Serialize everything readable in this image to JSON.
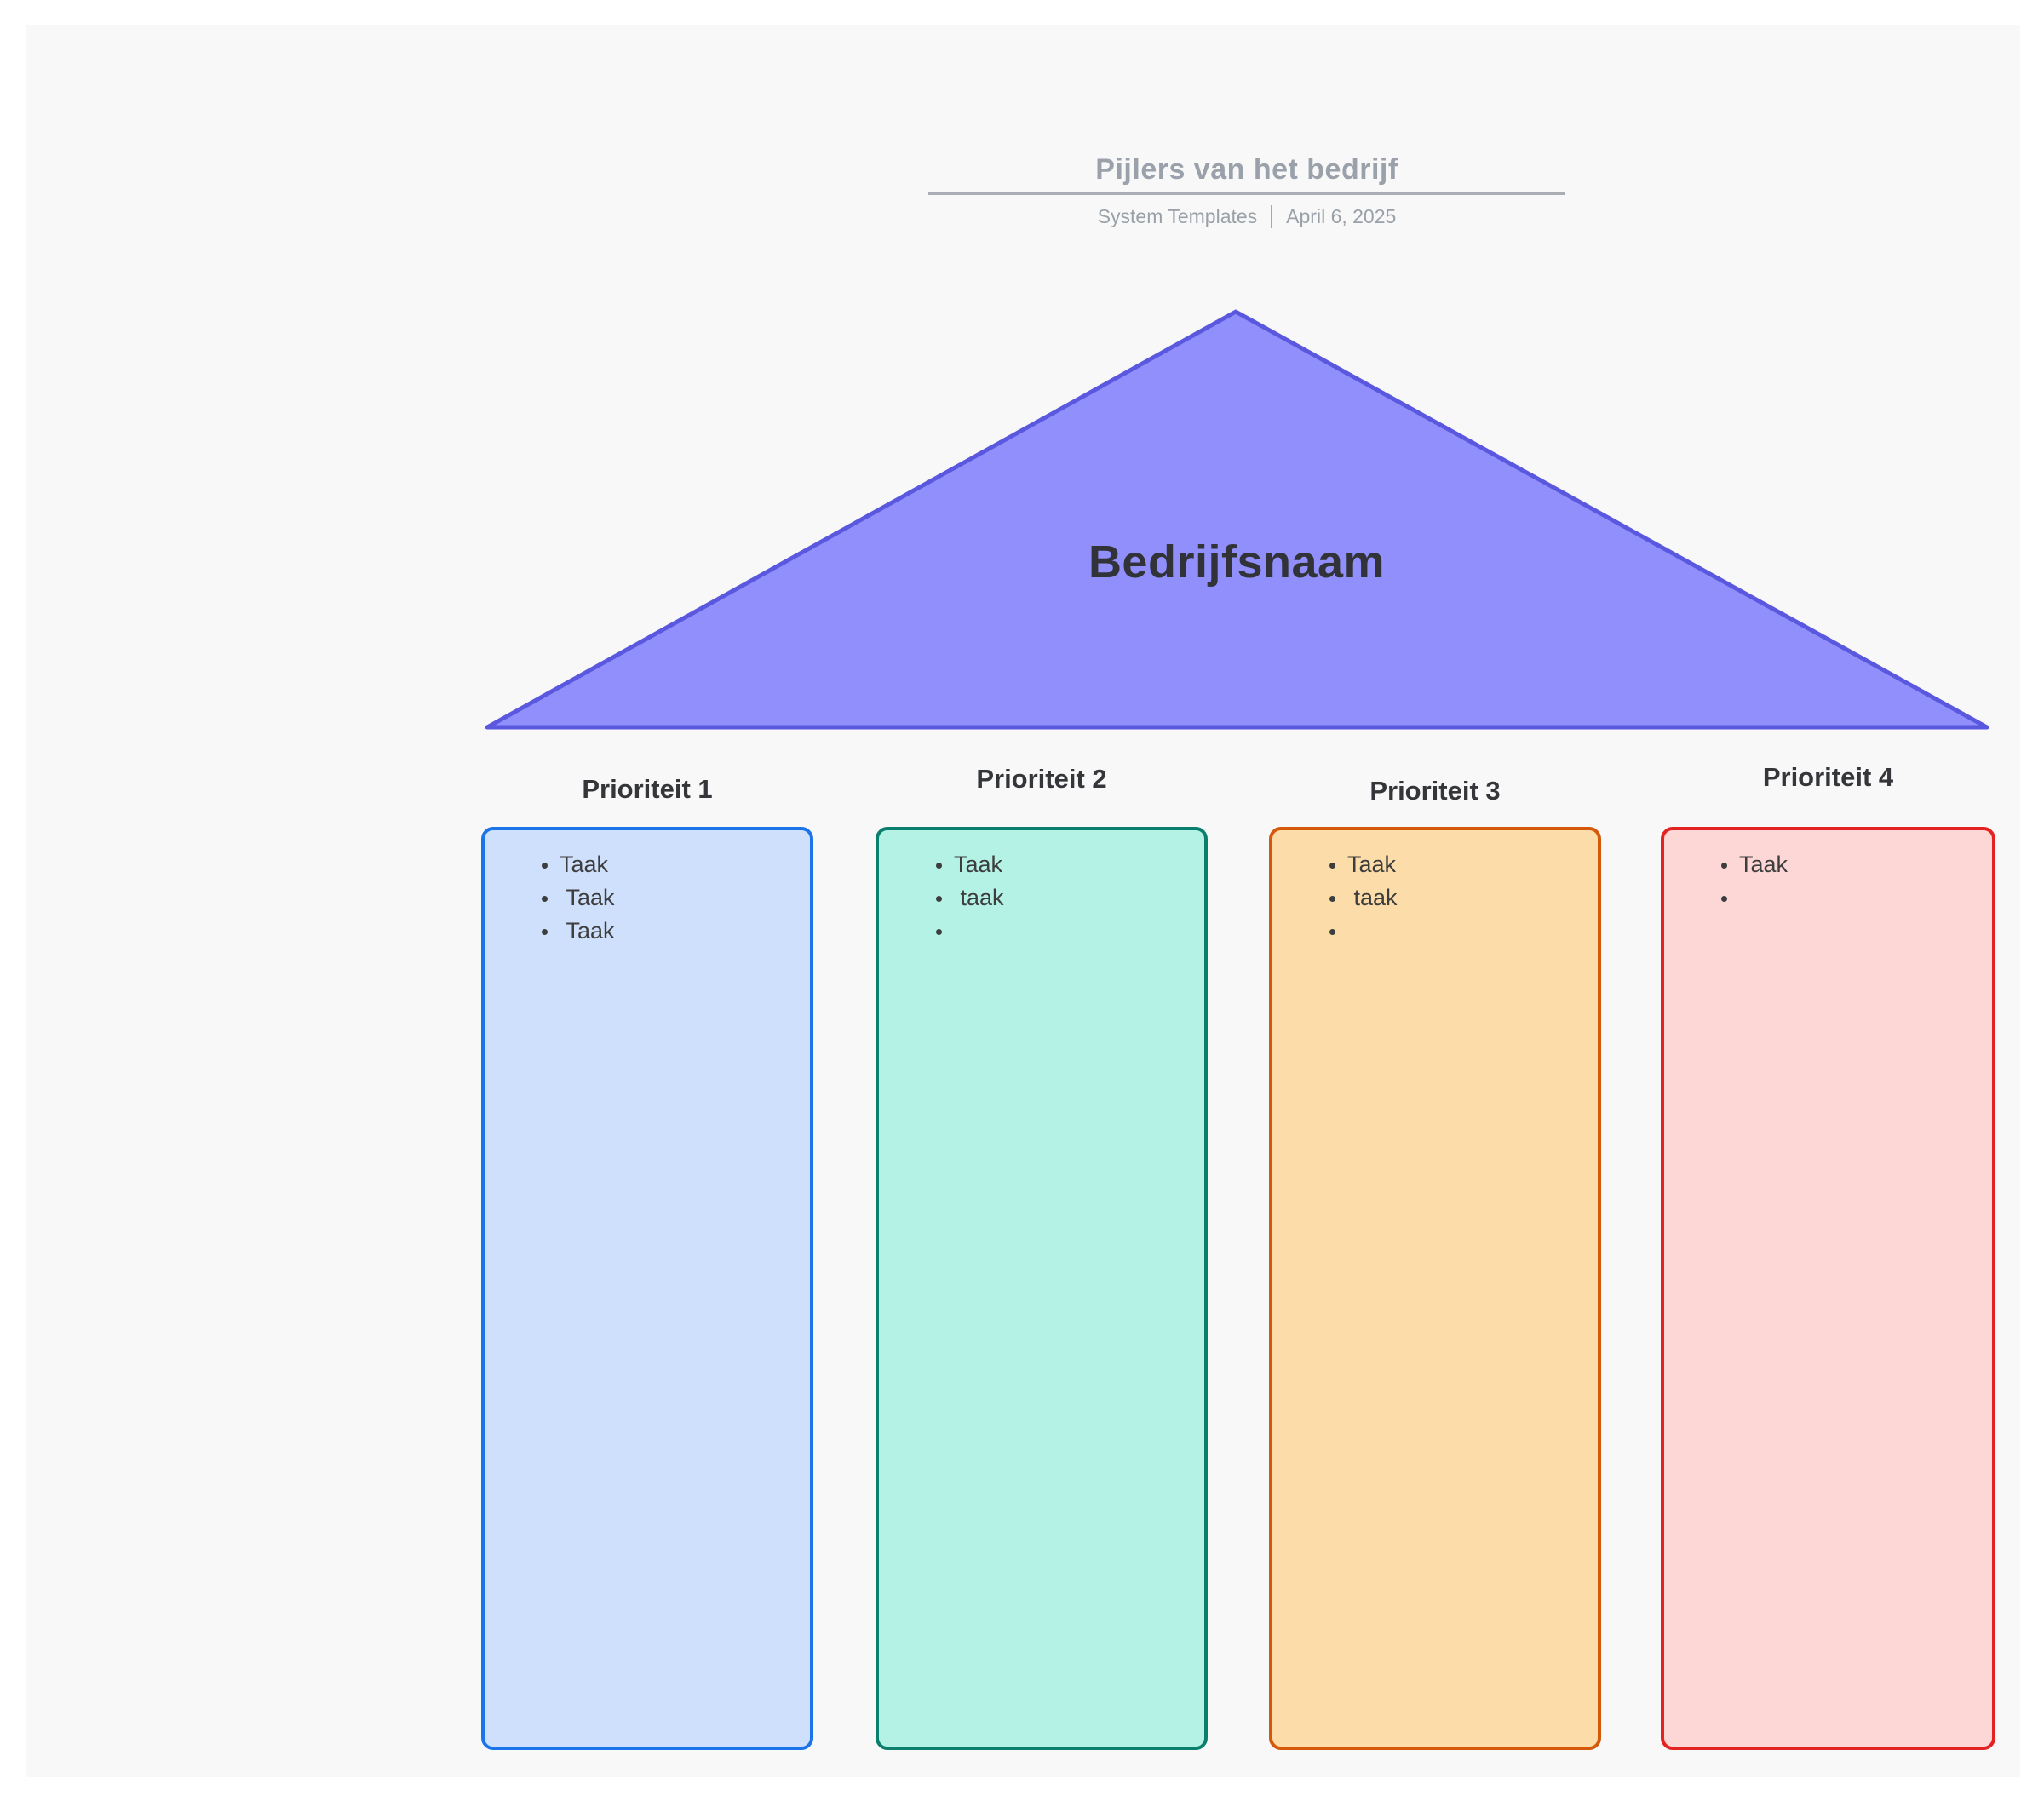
{
  "page": {
    "background": "#ffffff",
    "canvas_background": "#f8f8f8"
  },
  "header": {
    "title": "Pijlers van het bedrijf",
    "author": "System Templates",
    "separator": "|",
    "date": "April 6, 2025",
    "title_color": "#9aa1ab"
  },
  "roof": {
    "label": "Bedrijfsnaam",
    "fill": "#908ffb",
    "border": "#5a58df"
  },
  "pillars": [
    {
      "title": "Prioriteit 1",
      "fill": "#cfe0fc",
      "border": "#1b74e8",
      "tasks": [
        "Taak",
        " Taak",
        " Taak"
      ]
    },
    {
      "title": "Prioriteit 2",
      "fill": "#b5f2e6",
      "border": "#0b7f6e",
      "tasks": [
        "Taak",
        " taak",
        ""
      ]
    },
    {
      "title": "Prioriteit 3",
      "fill": "#fcdca8",
      "border": "#d4590b",
      "tasks": [
        "Taak",
        " taak",
        ""
      ]
    },
    {
      "title": "Prioriteit 4",
      "fill": "#fdd6d6",
      "border": "#e32222",
      "tasks": [
        "Taak",
        ""
      ]
    }
  ]
}
